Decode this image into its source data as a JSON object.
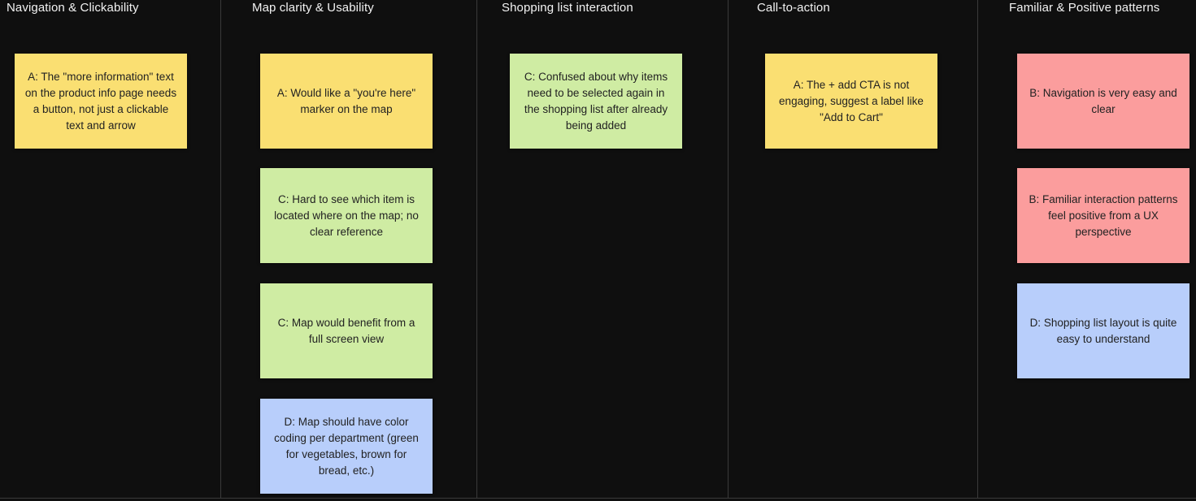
{
  "board": {
    "background_color": "#0f0f0f",
    "divider_color": "#3a3a3a",
    "note_colors": {
      "yellow": "#fadf72",
      "green": "#cfeca3",
      "blue": "#b8cefb",
      "pink": "#fb9d9d"
    }
  },
  "columns": [
    {
      "title": "Navigation & Clickability",
      "notes": [
        {
          "text": "A: The \"more information\" text on the product info page needs a button, not just a clickable text and arrow",
          "color": "#fadf72",
          "color_name": "yellow",
          "participant": "A"
        }
      ]
    },
    {
      "title": "Map clarity & Usability",
      "notes": [
        {
          "text": "A: Would like a \"you're here\" marker on the map",
          "color": "#fadf72",
          "color_name": "yellow",
          "participant": "A"
        },
        {
          "text": "C: Hard to see which item is located where on the map; no clear reference",
          "color": "#cfeca3",
          "color_name": "green",
          "participant": "C"
        },
        {
          "text": "C: Map would benefit from a full screen view",
          "color": "#cfeca3",
          "color_name": "green",
          "participant": "C"
        },
        {
          "text": "D: Map should have color coding per department (green for vegetables, brown for bread, etc.)",
          "color": "#b8cefb",
          "color_name": "blue",
          "participant": "D"
        }
      ]
    },
    {
      "title": "Shopping list interaction",
      "notes": [
        {
          "text": "C: Confused about why items need to be selected again in the shopping list after already being added",
          "color": "#cfeca3",
          "color_name": "green",
          "participant": "C"
        }
      ]
    },
    {
      "title": "Call-to-action",
      "notes": [
        {
          "text": "A: The + add CTA is not engaging, suggest a label like \"Add to Cart\"",
          "color": "#fadf72",
          "color_name": "yellow",
          "participant": "A"
        }
      ]
    },
    {
      "title": "Familiar & Positive patterns",
      "notes": [
        {
          "text": "B: Navigation is very easy and clear",
          "color": "#fb9d9d",
          "color_name": "pink",
          "participant": "B"
        },
        {
          "text": "B: Familiar interaction patterns feel positive from a UX perspective",
          "color": "#fb9d9d",
          "color_name": "pink",
          "participant": "B"
        },
        {
          "text": "D: Shopping list layout is quite easy to understand",
          "color": "#b8cefb",
          "color_name": "blue",
          "participant": "D"
        }
      ]
    }
  ]
}
